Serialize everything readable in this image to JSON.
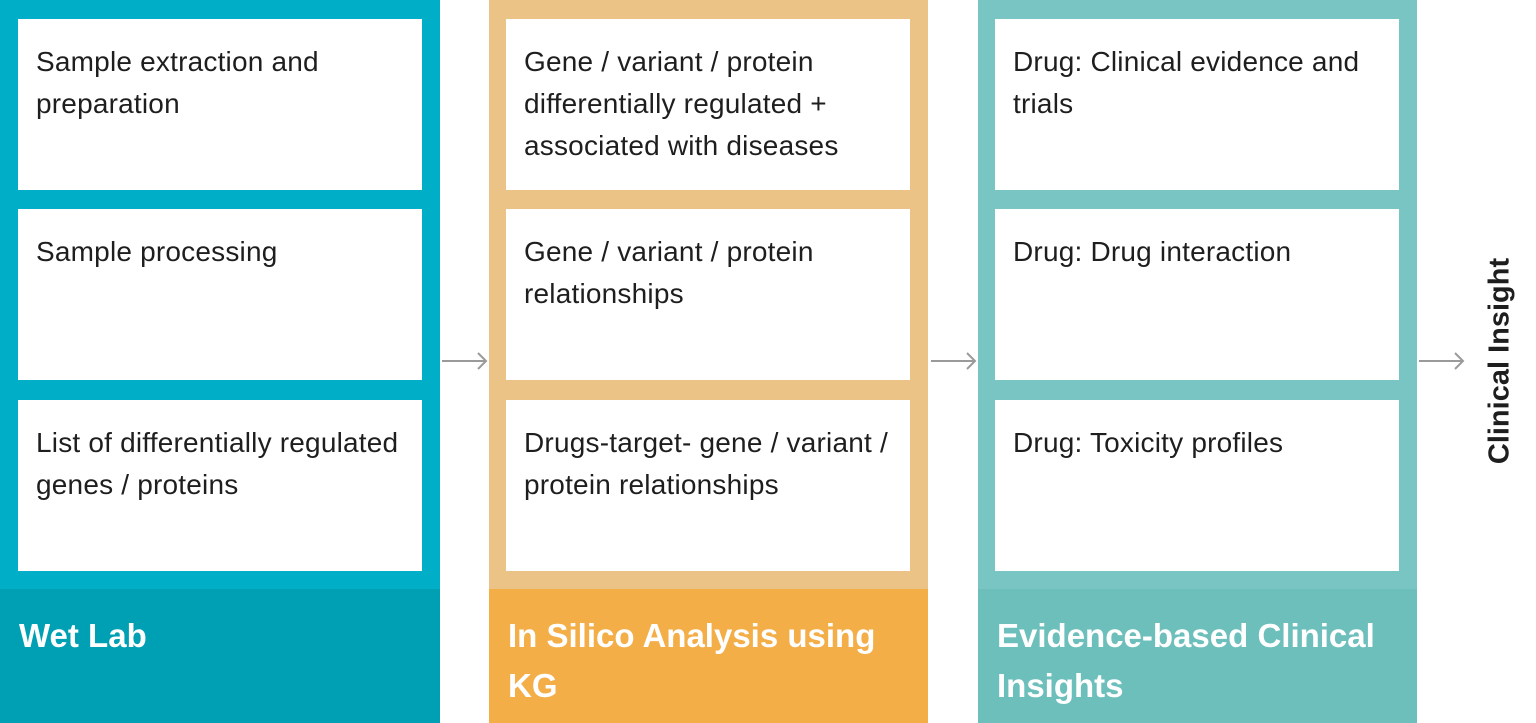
{
  "colors": {
    "wet_lab_body": "#00aec7",
    "wet_lab_footer": "#00a0b4",
    "in_silico_body": "#ebc387",
    "in_silico_footer": "#f4ae48",
    "evidence_body": "#78c5c3",
    "evidence_footer": "#6dbfbc",
    "arrow": "#9a9a9a"
  },
  "columns": [
    {
      "title": "Wet Lab",
      "cards": [
        "Sample extraction and preparation",
        "Sample processing",
        "List of differentially regulated genes / proteins"
      ]
    },
    {
      "title": "In Silico Analysis using KG",
      "cards": [
        "Gene / variant / protein differentially regulated + associated with diseases",
        "Gene / variant / protein relationships",
        "Drugs-target- gene / variant / protein relationships"
      ]
    },
    {
      "title": "Evidence-based Clinical Insights",
      "cards": [
        "Drug: Clinical evidence and trials",
        "Drug: Drug interaction",
        "Drug: Toxicity profiles"
      ]
    }
  ],
  "side_label": "Clinical Insight",
  "arrows": [
    "arrow-right-icon",
    "arrow-right-icon",
    "arrow-right-icon"
  ]
}
